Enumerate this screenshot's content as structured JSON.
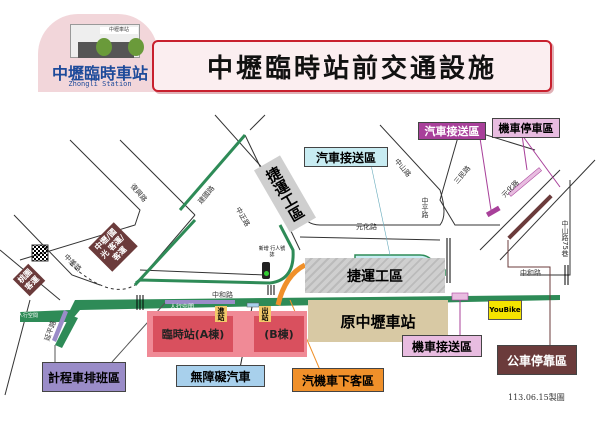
{
  "header": {
    "logo_title": "中壢臨時車站",
    "logo_subtitle": "Zhongli Station",
    "logo_sign": "中壢車站",
    "title": "中壢臨時站前交通設施"
  },
  "zones": {
    "mrt_work_area_1": "捷運工區",
    "mrt_work_area_2": "捷運工區",
    "original_station": "原中壢車站",
    "temp_station_a": "臨時站(A棟)",
    "temp_station_b": "(B棟)",
    "entrance": "進站",
    "exit": "出站",
    "youbike": "YouBike"
  },
  "callouts": {
    "car_pickup_center": "汽車接送區",
    "car_pickup_right": "汽車接送區",
    "motorcycle_parking": "機車停車區",
    "taxi_queue": "計程車排班區",
    "accessible_car": "無障礙汽車",
    "car_moto_dropoff": "汽機車下客區",
    "moto_pickup": "機車接送區",
    "bus_stop": "公車停靠區"
  },
  "bus_signs": {
    "zhongli_kuokuang": "中壢/國光 客運/客運",
    "taoyuan": "桃園 客運"
  },
  "roads": {
    "yuanhua_1": "元化路",
    "yuanhua_2": "元化路",
    "zhonghe_1": "中和路",
    "zhonghe_2": "中和路",
    "zhongping": "中平路",
    "zhongshan_75": "中山路75巷",
    "fuxing": "復興路",
    "jianguo": "建國路",
    "zhongzheng": "中正路",
    "zhongmei": "中美路",
    "yanping": "延平路",
    "zhongshan_1": "中山路",
    "sanmin": "三民路",
    "walkway_1": "人行空間",
    "walkway_2": "人行空間",
    "new_signal": "新增 行人號誌"
  },
  "footer": {
    "date": "113.06.15製圖"
  },
  "colors": {
    "title_border": "#c8202e",
    "sidewalk_green": "#2e8b57",
    "station_pink": "#f08a96",
    "station_red": "#d9505e",
    "original_station": "#d8c9a4",
    "work_area": "#c8c8c8",
    "taxi_purple": "#9a8cc8",
    "accessible_blue": "#a8d0ec",
    "dropoff_orange": "#f0902a",
    "car_pickup_cyan": "#c8ecf2",
    "car_pickup_magenta": "#a8409a",
    "moto_parking_pink": "#e8bce0",
    "bus_maroon": "#6b3b3b",
    "youbike_yellow": "#f5e400"
  }
}
